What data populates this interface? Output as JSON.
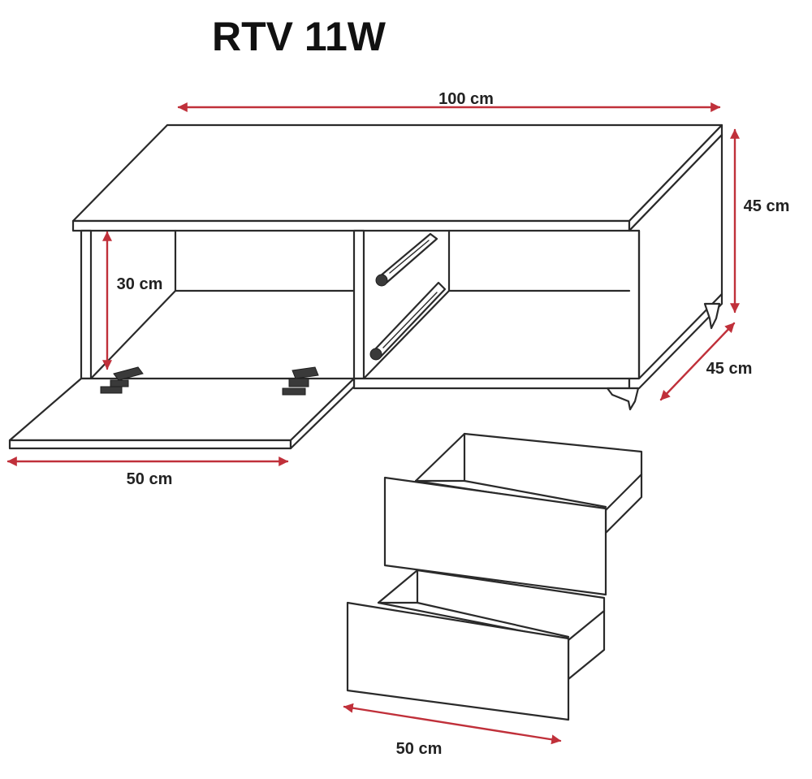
{
  "title": "RTV 11W",
  "dimensions": {
    "top_width": "100 cm",
    "height": "45 cm",
    "depth": "45 cm",
    "inner_height": "30 cm",
    "flap_width": "50 cm",
    "drawer_width": "50 cm"
  },
  "colors": {
    "arrow": "#c0303a",
    "line": "#2a2a2a",
    "text": "#222222"
  }
}
